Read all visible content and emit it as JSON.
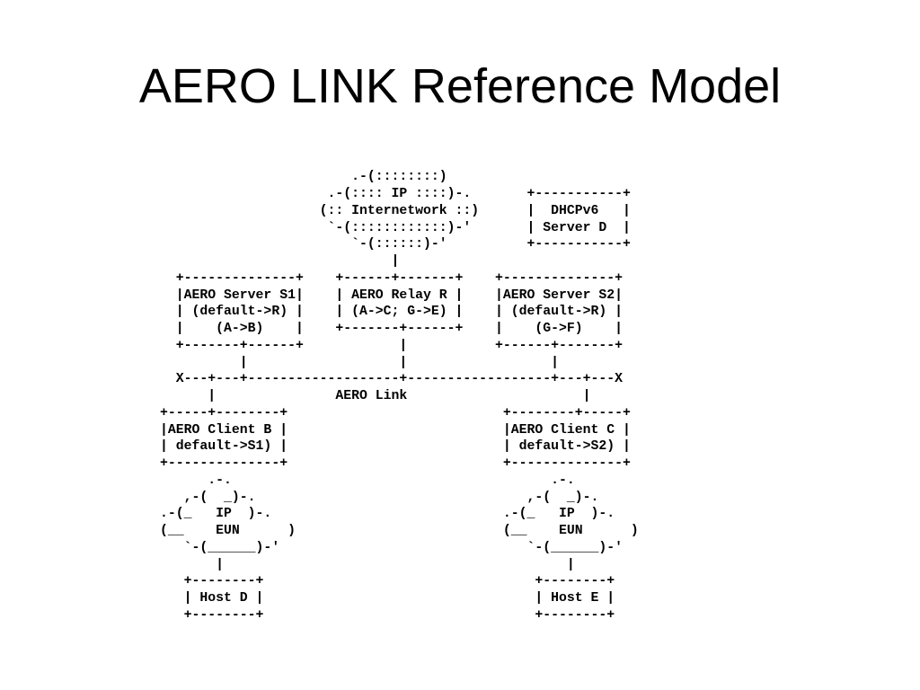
{
  "slide": {
    "title": "AERO LINK Reference Model"
  },
  "diagram": {
    "lines": [
      "                        .-(::::::::)",
      "                     .-(:::: IP ::::)-.       +-----------+",
      "                    (:: Internetwork ::)      |  DHCPv6   |",
      "                     `-(::::::::::::)-'       | Server D  |",
      "                        `-(::::::)-'          +-----------+",
      "                             |",
      "  +--------------+    +------+-------+    +--------------+",
      "  |AERO Server S1|    | AERO Relay R |    |AERO Server S2|",
      "  | (default->R) |    | (A->C; G->E) |    | (default->R) |",
      "  |    (A->B)    |    +-------+------+    |    (G->F)    |",
      "  +-------+------+            |           +------+-------+",
      "          |                   |                  |",
      "  X---+---+-------------------+------------------+---+---X",
      "      |               AERO Link                      |",
      "+-----+--------+                           +--------+-----+",
      "|AERO Client B |                           |AERO Client C |",
      "| default->S1) |                           | default->S2) |",
      "+--------------+                           +--------------+",
      "      .-.                                        .-.",
      "   ,-(  _)-.                                  ,-(  _)-.",
      ".-(_   IP  )-.                             .-(_   IP  )-.",
      "(__    EUN      )                          (__    EUN      )",
      "   `-(______)-'                               `-(______)-'",
      "       |                                           |",
      "   +--------+                                  +--------+",
      "   | Host D |                                  | Host E |",
      "   +--------+                                  +--------+"
    ]
  }
}
